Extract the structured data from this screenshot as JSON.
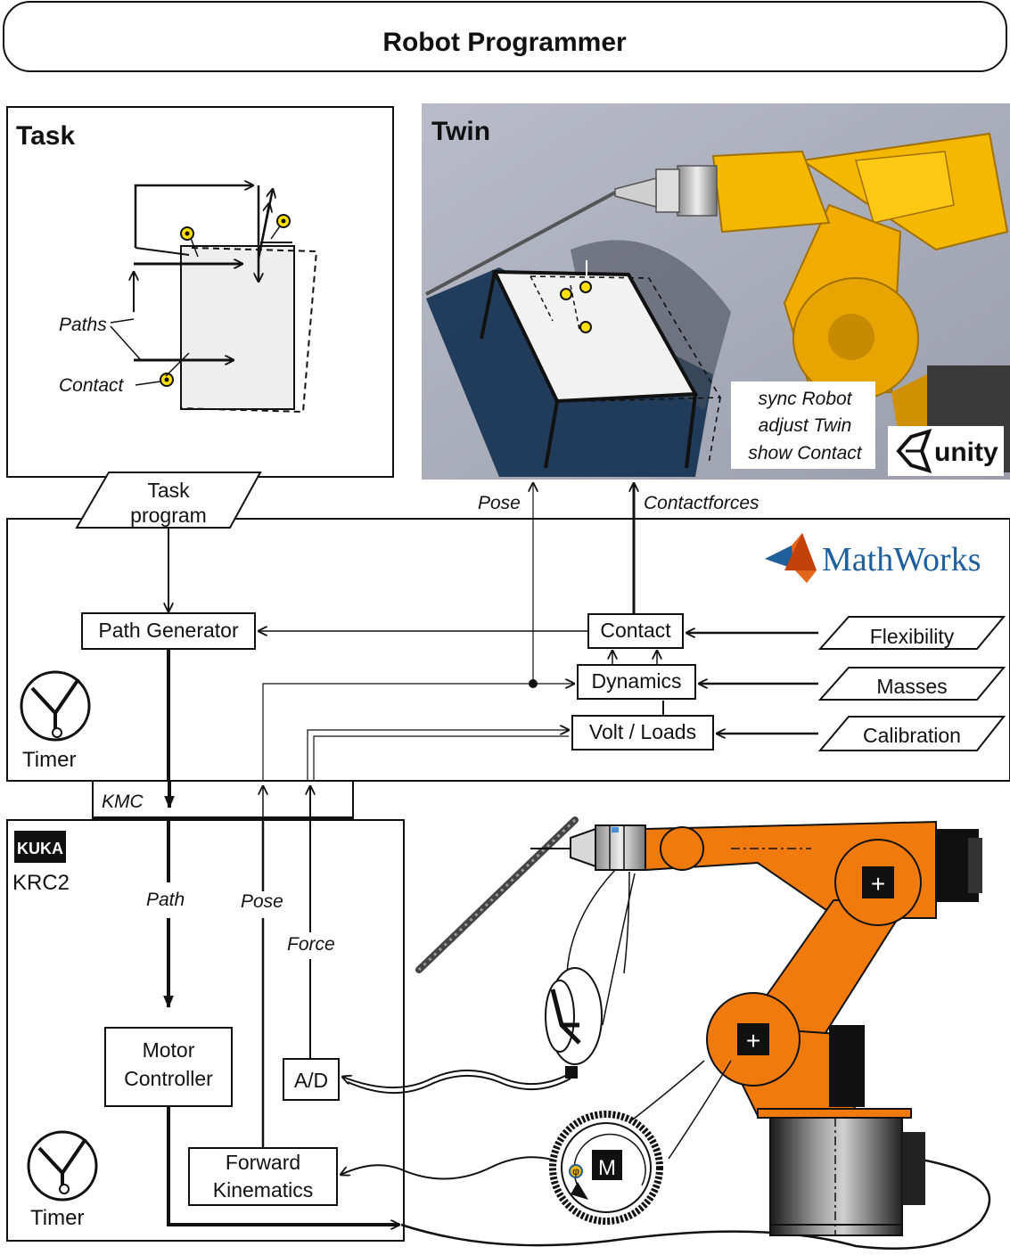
{
  "title": "Robot Programmer",
  "panels": {
    "task": "Task",
    "twin": "Twin"
  },
  "task_panel": {
    "paths_label": "Paths",
    "contact_label": "Contact"
  },
  "twin_panel": {
    "note_lines": [
      "sync Robot",
      "adjust Twin",
      "show Contact"
    ],
    "unity_logo": "unity"
  },
  "inputs": {
    "task_program_lines": [
      "Task",
      "program"
    ],
    "flexibility": "Flexibility",
    "masses": "Masses",
    "calibration": "Calibration"
  },
  "arrow_labels": {
    "pose_up": "Pose",
    "contactforces": "Contactforces",
    "path": "Path",
    "pose": "Pose",
    "force": "Force"
  },
  "matlab": {
    "logo_text": "MathWorks",
    "blocks": {
      "path_generator": "Path Generator",
      "contact": "Contact",
      "dynamics": "Dynamics",
      "volt_loads": "Volt / Loads"
    },
    "timer": "Timer"
  },
  "kmc": "KMC",
  "krc2": {
    "logo_text": "KUKA",
    "label": "KRC2",
    "motor_controller_lines": [
      "Motor",
      "Controller"
    ],
    "ad": "A/D",
    "forward_kinematics_lines": [
      "Forward",
      "Kinematics"
    ],
    "timer": "Timer"
  },
  "robot": {
    "motor_symbol": "M",
    "phi_symbol": "φ",
    "joint_symbol": "+"
  },
  "colors": {
    "twin_robot": "#f5b800",
    "kuka_robot": "#f07b0c",
    "twin_background": "#a9acb8",
    "matlab_blue": "#1f5f9c"
  }
}
